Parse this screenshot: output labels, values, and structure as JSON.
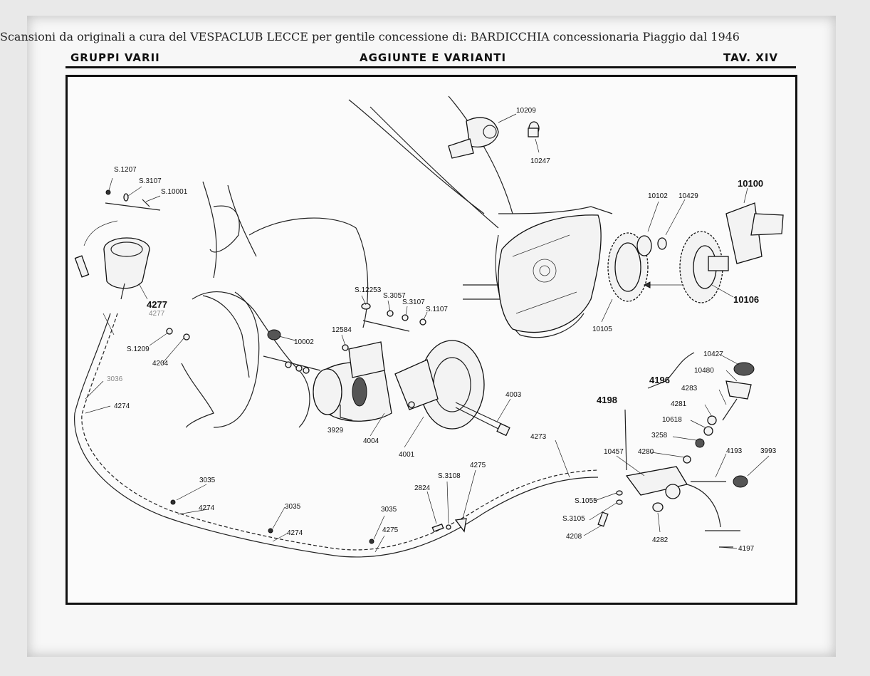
{
  "scan_credit": "Scansioni da originali a cura del VESPACLUB LECCE per gentile concessione di: BARDICCHIA concessionaria Piaggio dal 1946",
  "header": {
    "left": "GRUPPI VARII",
    "center": "AGGIUNTE E VARIANTI",
    "right": "TAV. XIV"
  },
  "part_labels": {
    "p10209": "10209",
    "p10247": "10247",
    "p10100": "10100",
    "p10102": "10102",
    "p10429": "10429",
    "p10106": "10106",
    "p10105": "10105",
    "pS1207": "S.1207",
    "pS3107a": "S.3107",
    "pS10001": "S.10001",
    "p4277": "4277",
    "p4277b": "4277",
    "pS1209": "S.1209",
    "p4204": "4204",
    "p10002": "10002",
    "pS12253": "S.12253",
    "pS3057": "S.3057",
    "pS3107b": "S.3107",
    "pS1107": "S.1107",
    "p12584": "12584",
    "p3929": "3929",
    "p4004": "4004",
    "p4001": "4001",
    "p4003": "4003",
    "p3036": "3036",
    "p4274a": "4274",
    "p3035a": "3035",
    "p4274b": "4274",
    "p3035b": "3035",
    "p4274c": "4274",
    "p3035c": "3035",
    "p4275a": "4275",
    "p2824": "2824",
    "pS3108": "S.3108",
    "p4275b": "4275",
    "p4273": "4273",
    "p4198": "4198",
    "p4196": "4196",
    "p10427": "10427",
    "p10480": "10480",
    "p4283": "4283",
    "p4281": "4281",
    "p10618": "10618",
    "p3258": "3258",
    "p4280": "4280",
    "p10457": "10457",
    "p4193": "4193",
    "p3993": "3993",
    "pS1055": "S.1055",
    "pS3105": "S.3105",
    "p4208": "4208",
    "p4282": "4282",
    "p4197": "4197"
  }
}
